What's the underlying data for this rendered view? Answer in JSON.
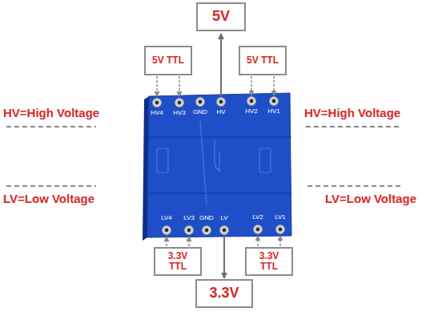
{
  "diagram": {
    "nodes": [
      {
        "text": [
          "5V"
        ]
      },
      {
        "text": [
          "5V TTL"
        ]
      },
      {
        "text": [
          "5V TTL"
        ]
      },
      {
        "text": [
          "3.3V TTL"
        ]
      },
      {
        "text": [
          "3.3V TTL"
        ]
      },
      {
        "text": [
          "3.3V"
        ]
      }
    ],
    "labels": [
      "HV=High Voltage",
      "HV=High Voltage",
      "HV4",
      "HV3",
      "GND",
      "HV",
      "HV2",
      "HV1",
      "LV4",
      "LV3",
      "GND",
      "LV",
      "LV2",
      "LV1",
      "LV=Low Voltage",
      "LV=Low Voltage"
    ]
  }
}
